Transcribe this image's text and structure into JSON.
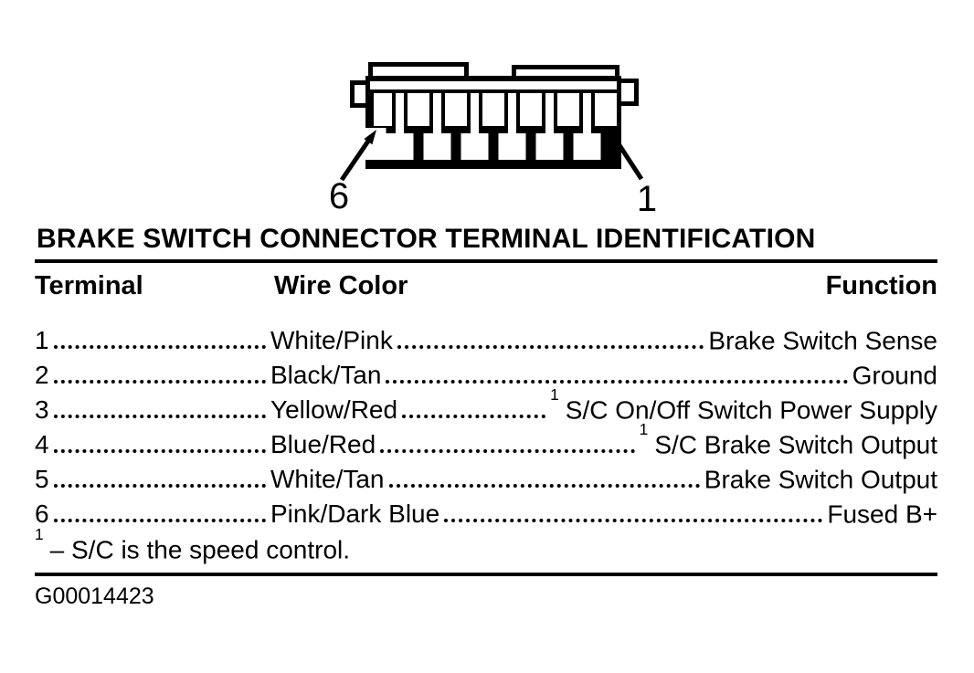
{
  "diagram": {
    "left_pin_label": "6",
    "right_pin_label": "1"
  },
  "title": "BRAKE SWITCH CONNECTOR TERMINAL IDENTIFICATION",
  "table": {
    "headers": {
      "terminal": "Terminal",
      "wire_color": "Wire Color",
      "function": "Function"
    },
    "rows": [
      {
        "terminal": "1",
        "wire_color": "White/Pink",
        "function_sup": "",
        "function": "Brake Switch Sense"
      },
      {
        "terminal": "2",
        "wire_color": "Black/Tan",
        "function_sup": "",
        "function": "Ground"
      },
      {
        "terminal": "3",
        "wire_color": "Yellow/Red",
        "function_sup": "1",
        "function": "S/C On/Off Switch Power Supply"
      },
      {
        "terminal": "4",
        "wire_color": "Blue/Red",
        "function_sup": "1",
        "function": "S/C Brake Switch Output"
      },
      {
        "terminal": "5",
        "wire_color": "White/Tan",
        "function_sup": "",
        "function": "Brake Switch Output"
      },
      {
        "terminal": "6",
        "wire_color": "Pink/Dark Blue",
        "function_sup": "",
        "function": "Fused B+"
      }
    ]
  },
  "footnote": {
    "marker": "1",
    "text": "– S/C is the speed control."
  },
  "figure_id": "G00014423",
  "colors": {
    "ink": "#000000",
    "paper": "#ffffff"
  }
}
